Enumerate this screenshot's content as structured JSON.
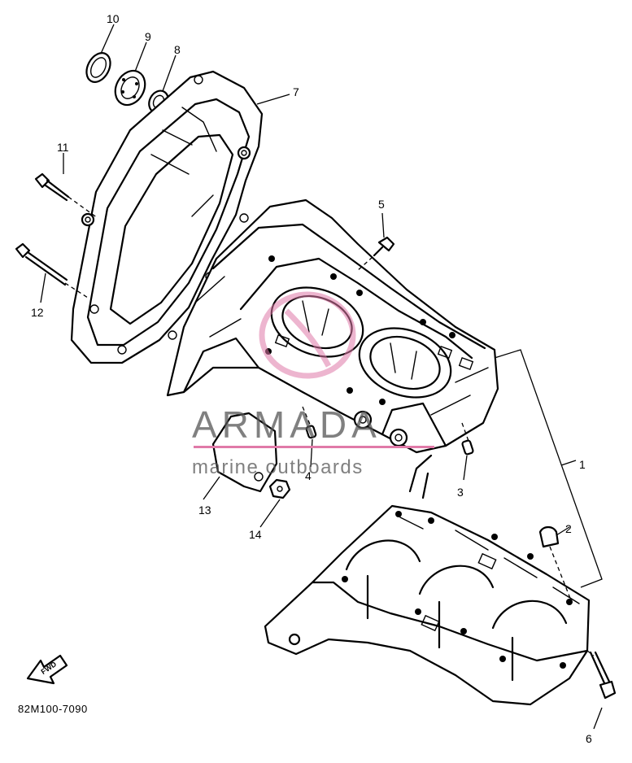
{
  "diagram": {
    "part_numbers": [
      "1",
      "2",
      "3",
      "4",
      "5",
      "6",
      "7",
      "8",
      "9",
      "10",
      "11",
      "12",
      "13",
      "14"
    ],
    "drawing_code": "82M100-7090",
    "direction_arrow_label": "FWD"
  },
  "watermark": {
    "brand": "ARMADA",
    "tagline": "marine outboards",
    "color": "#e07aa8"
  }
}
